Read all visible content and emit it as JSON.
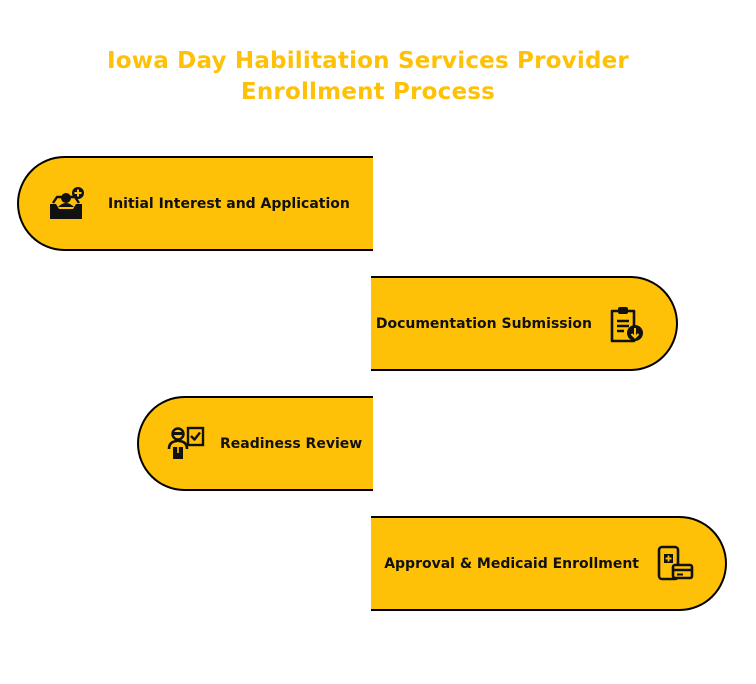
{
  "title": {
    "line1": "Iowa Day Habilitation Services Provider",
    "line2": "Enrollment Process"
  },
  "colors": {
    "accent": "#FFC107",
    "outline": "#000000",
    "text": "#111111"
  },
  "steps": [
    {
      "label": "Initial Interest and Application",
      "icon": "inbox-add-icon"
    },
    {
      "label": "Documentation Submission",
      "icon": "clipboard-download-icon"
    },
    {
      "label": "Readiness Review",
      "icon": "person-checklist-icon"
    },
    {
      "label": "Approval & Medicaid Enrollment",
      "icon": "phone-card-icon"
    }
  ]
}
